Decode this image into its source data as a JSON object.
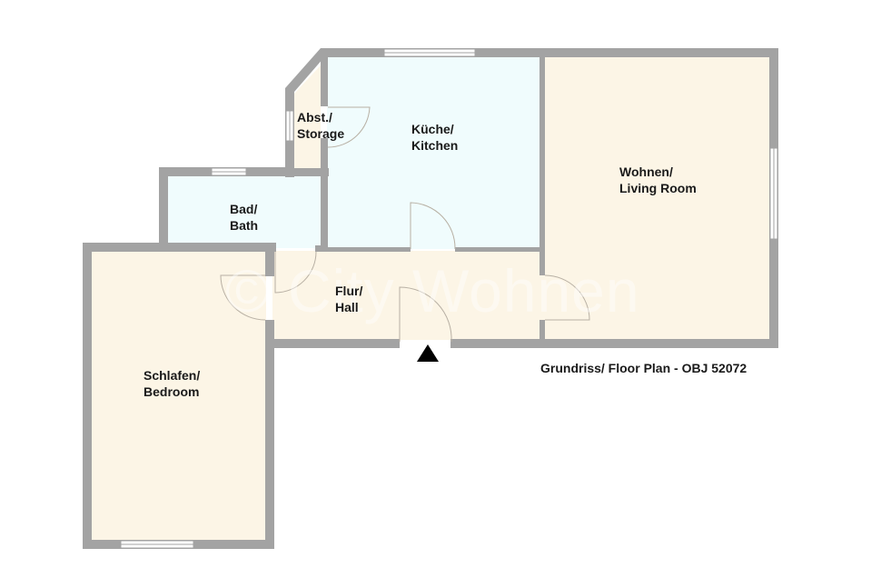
{
  "plan": {
    "caption": "Grundriss/ Floor Plan - OBJ 52072",
    "watermark": "© City Wohnen",
    "colors": {
      "wall": "#a3a3a3",
      "wet_room_fill": "#f0fcfd",
      "dry_room_fill": "#fcf5e6",
      "window": "#ffffff",
      "door_arc": "#b8b0a4",
      "entrance_marker": "#000000"
    },
    "rooms": [
      {
        "id": "storage",
        "line1": "Abst./",
        "line2": "Storage"
      },
      {
        "id": "kitchen",
        "line1": "Küche/",
        "line2": "Kitchen"
      },
      {
        "id": "living",
        "line1": "Wohnen/",
        "line2": "Living Room"
      },
      {
        "id": "bath",
        "line1": "Bad/",
        "line2": "Bath"
      },
      {
        "id": "hall",
        "line1": "Flur/",
        "line2": "Hall"
      },
      {
        "id": "bedroom",
        "line1": "Schlafen/",
        "line2": "Bedroom"
      }
    ],
    "entrance_marker_icon": "triangle-up"
  }
}
